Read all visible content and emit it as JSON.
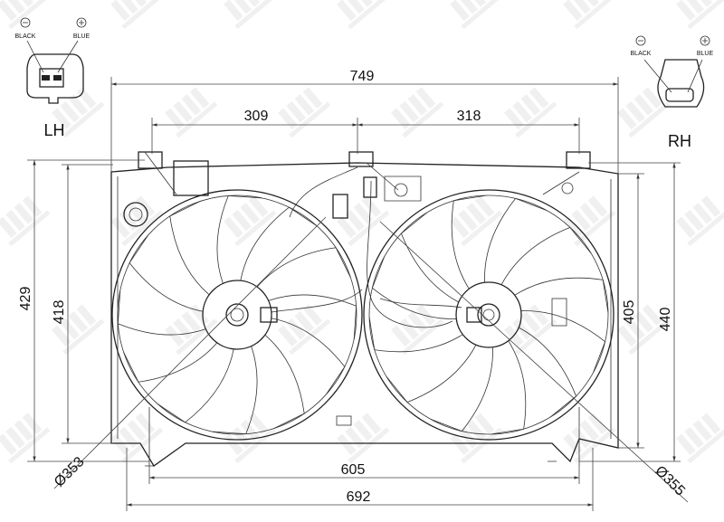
{
  "labels": {
    "left_side": "LH",
    "right_side": "RH"
  },
  "connectors": {
    "left": {
      "negative": "BLACK",
      "positive": "BLUE"
    },
    "right": {
      "negative": "BLACK",
      "positive": "BLUE"
    }
  },
  "dimensions": {
    "overall_width": "749",
    "left_mount_spacing": "309",
    "right_mount_spacing": "318",
    "overall_height_left": "429",
    "frame_height_left": "418",
    "frame_height_right": "405",
    "overall_height_right": "440",
    "bottom_mount_spacing": "605",
    "frame_width": "692",
    "left_fan_diameter": "Ø353",
    "right_fan_diameter": "Ø355"
  },
  "watermark": "NRF"
}
